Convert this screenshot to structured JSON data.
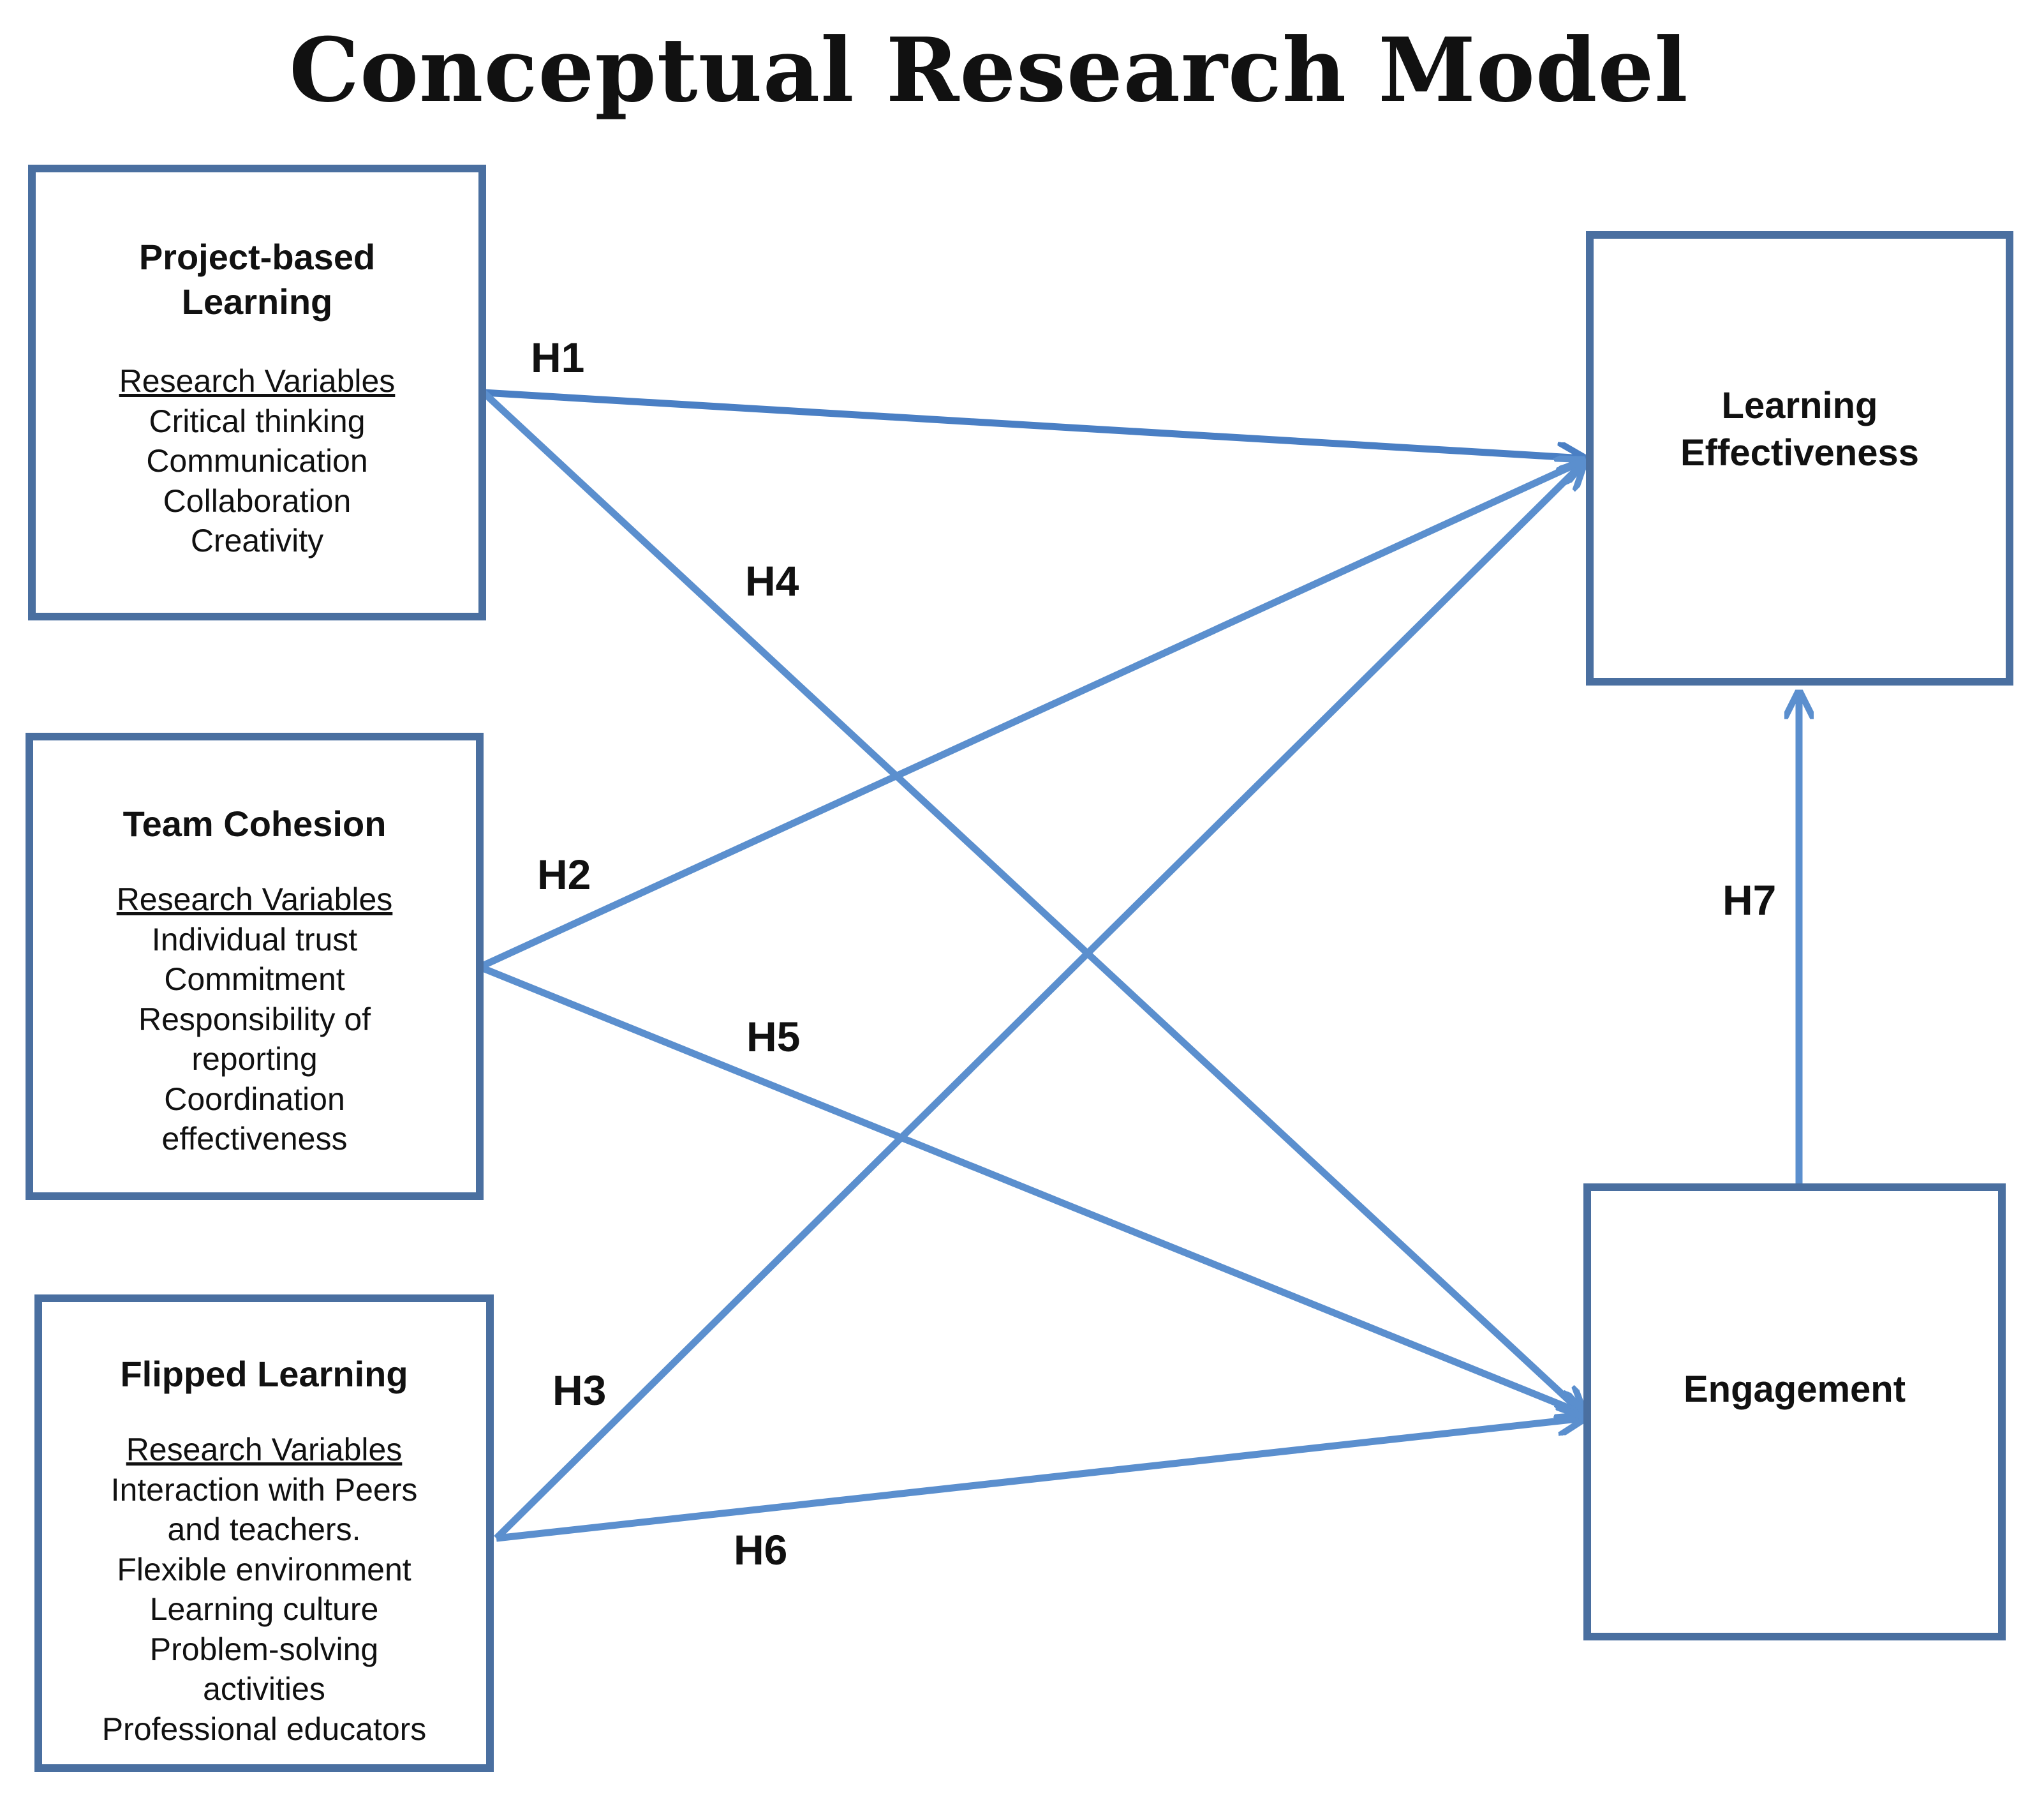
{
  "title": "Conceptual Research Model",
  "colors": {
    "arrow": "#5b8fce",
    "arrow_dark": "#4a7fc4",
    "box_border": "#4a6fa0",
    "text": "#111111"
  },
  "boxes": {
    "pbl": {
      "title_lines": [
        "Project-based",
        "Learning"
      ],
      "variables_heading": "Research Variables",
      "variables": [
        "Critical thinking",
        "Communication",
        "Collaboration",
        "Creativity"
      ]
    },
    "team": {
      "title_lines": [
        "Team Cohesion"
      ],
      "variables_heading": "Research Variables",
      "variables": [
        "Individual trust",
        "Commitment",
        "Responsibility of",
        "reporting",
        "Coordination",
        "effectiveness"
      ]
    },
    "flipped": {
      "title_lines": [
        "Flipped Learning"
      ],
      "variables_heading": "Research Variables",
      "variables": [
        "Interaction with Peers",
        "and teachers.",
        "Flexible environment",
        "Learning culture",
        "Problem-solving",
        "activities",
        "Professional educators"
      ]
    },
    "effectiveness": {
      "title_lines": [
        "Learning",
        "Effectiveness"
      ]
    },
    "engagement": {
      "title_lines": [
        "Engagement"
      ]
    }
  },
  "hypotheses": {
    "h1": "H1",
    "h2": "H2",
    "h3": "H3",
    "h4": "H4",
    "h5": "H5",
    "h6": "H6",
    "h7": "H7"
  }
}
